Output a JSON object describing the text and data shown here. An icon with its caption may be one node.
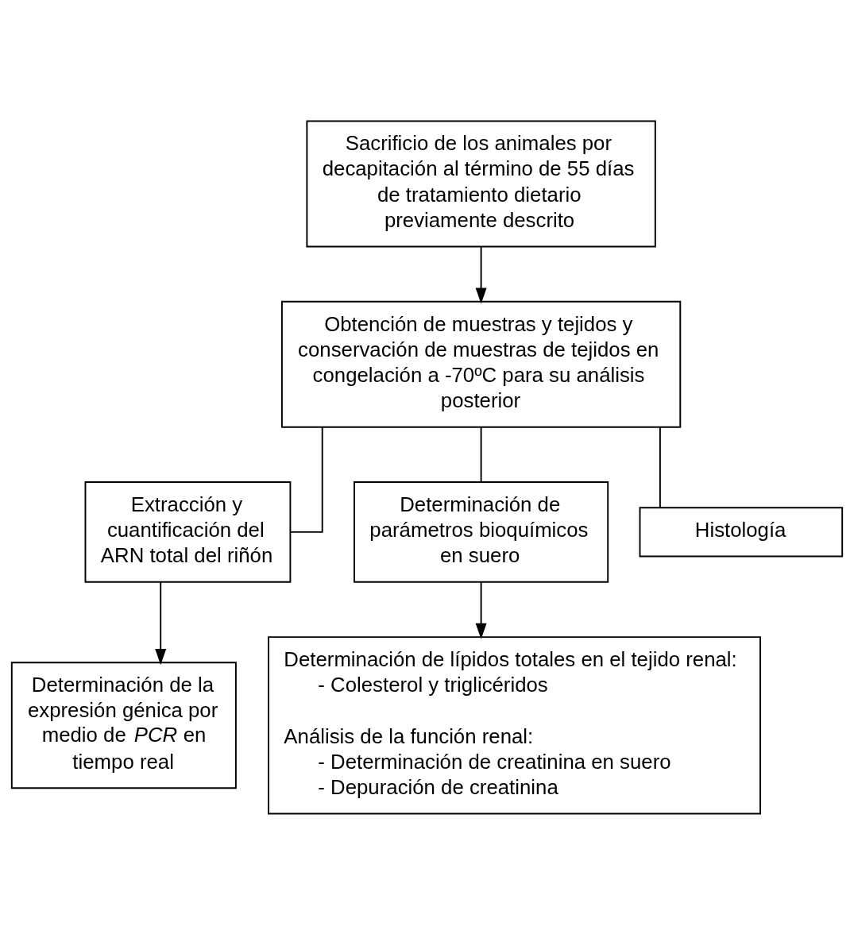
{
  "diagram": {
    "nodes": [
      {
        "text": [
          "Sacrificio de los animales por decapitación al término de 55 días de tratamiento dietario previamente descrito"
        ]
      },
      {
        "text": [
          "Obtención de muestras y tejidos y conservación de muestras de tejidos en congelación a -70ºC para su análisis posterior"
        ]
      },
      {
        "text": [
          "Extracción y cuantificación del ARN total del riñón"
        ]
      },
      {
        "text": [
          "Determinación de parámetros bioquímicos en suero"
        ]
      },
      {
        "text": [
          "Histología"
        ]
      },
      {
        "text": [
          "Determinación de la expresión génica por medio de *PCR* en tiempo real"
        ]
      },
      {
        "text": [
          "Determinación de lípidos totales en el tejido renal:",
          "- Colesterol y triglicéridos",
          "Análisis de la función renal:",
          "- Determinación de creatinina en suero",
          "- Depuración de creatinina"
        ]
      }
    ],
    "edges": [
      {
        "from": 0,
        "to": 1,
        "arrow": "to"
      },
      {
        "from": 1,
        "to": 2,
        "arrow": "none"
      },
      {
        "from": 1,
        "to": 3,
        "arrow": "none"
      },
      {
        "from": 1,
        "to": 4,
        "arrow": "none"
      },
      {
        "from": 2,
        "to": 5,
        "arrow": "to"
      },
      {
        "from": 3,
        "to": 6,
        "arrow": "to"
      }
    ]
  }
}
